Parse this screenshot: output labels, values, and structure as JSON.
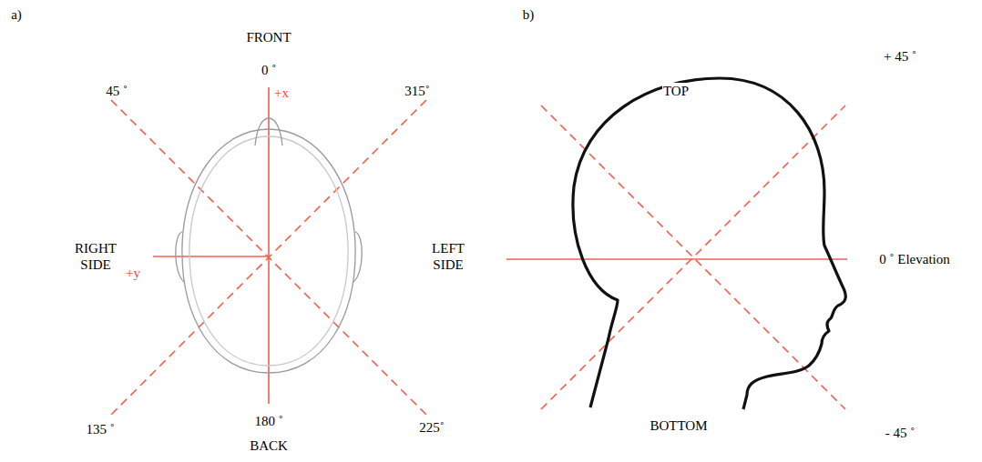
{
  "diagram": {
    "labels": [
      "a)",
      "b)",
      "FRONT",
      "0 ˚",
      "+x",
      "45 ˚",
      "315˚",
      "RIGHT SIDE",
      "+y",
      "LEFT SIDE",
      "135 ˚",
      "180 ˚",
      "225˚",
      "BACK",
      "TOP",
      "+ 45 ˚",
      "0 ˚ Elevation",
      "BOTTOM",
      "- 45 ˚"
    ]
  }
}
